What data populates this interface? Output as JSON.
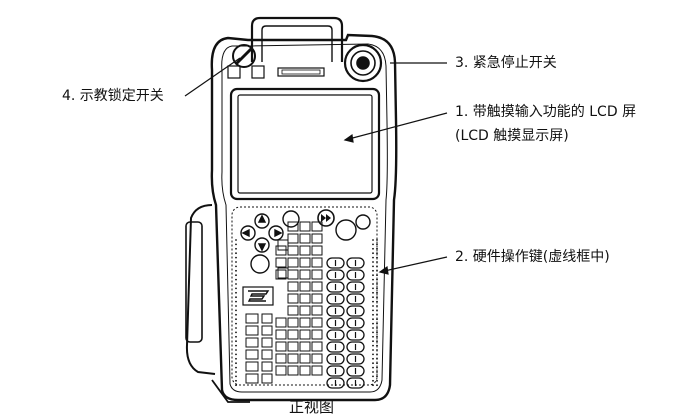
{
  "labels": {
    "lcd_touch": "1. 带触摸输入功能的 LCD 屏",
    "lcd_touch_sub": "(LCD 触摸显示屏)",
    "hard_keys": "2. 硬件操作键(虚线框中)",
    "emergency_stop": "3. 紧急停止开关",
    "teach_lock": "4. 示教锁定开关"
  },
  "caption": "正视图",
  "colors": {
    "stroke": "#111111",
    "background": "#ffffff"
  },
  "icons": [
    "emergency-stop-icon",
    "key-lock-icon",
    "fast-forward-icon",
    "arrow-keys-icon",
    "logo-icon"
  ]
}
